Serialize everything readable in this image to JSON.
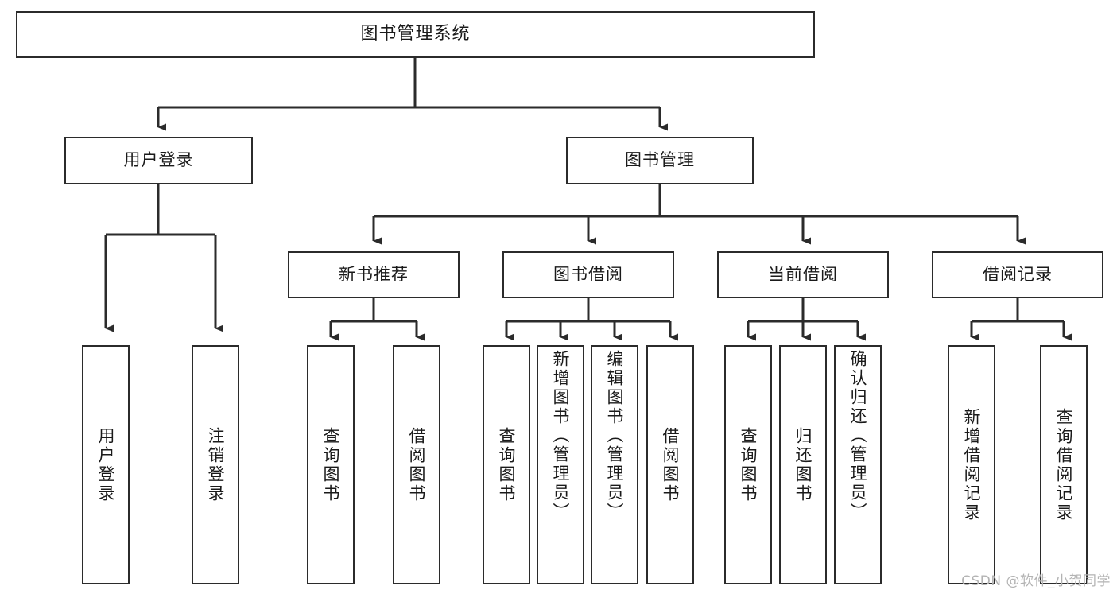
{
  "diagram": {
    "title": "图书管理系统",
    "type": "tree-hierarchy",
    "orientation": "top-down",
    "colors": {
      "box_border": "#2b2b2b",
      "box_fill": "#ffffff",
      "edge": "#2b2b2b",
      "text": "#1a1a1a",
      "watermark": "#b3b3b3",
      "background": "#ffffff"
    }
  },
  "root": {
    "label": "图书管理系统"
  },
  "level2": [
    {
      "label": "用户登录"
    },
    {
      "label": "图书管理"
    }
  ],
  "level3": [
    {
      "label": "新书推荐"
    },
    {
      "label": "图书借阅"
    },
    {
      "label": "当前借阅"
    },
    {
      "label": "借阅记录"
    }
  ],
  "leaves": {
    "user_login": [
      {
        "label": "用户登录"
      },
      {
        "label": "注销登录"
      }
    ],
    "new_book_recommend": [
      {
        "label": "查询图书"
      },
      {
        "label": "借阅图书"
      }
    ],
    "book_borrow": [
      {
        "label": "查询图书"
      },
      {
        "label": "新增图书（管理员）"
      },
      {
        "label": "编辑图书（管理员）"
      },
      {
        "label": "借阅图书"
      }
    ],
    "current_borrow": [
      {
        "label": "查询图书"
      },
      {
        "label": "归还图书"
      },
      {
        "label": "确认归还（管理员）"
      }
    ],
    "borrow_record": [
      {
        "label": "新增借阅记录"
      },
      {
        "label": "查询借阅记录"
      }
    ]
  },
  "watermark": {
    "text": "CSDN @软件_小贺同学"
  }
}
